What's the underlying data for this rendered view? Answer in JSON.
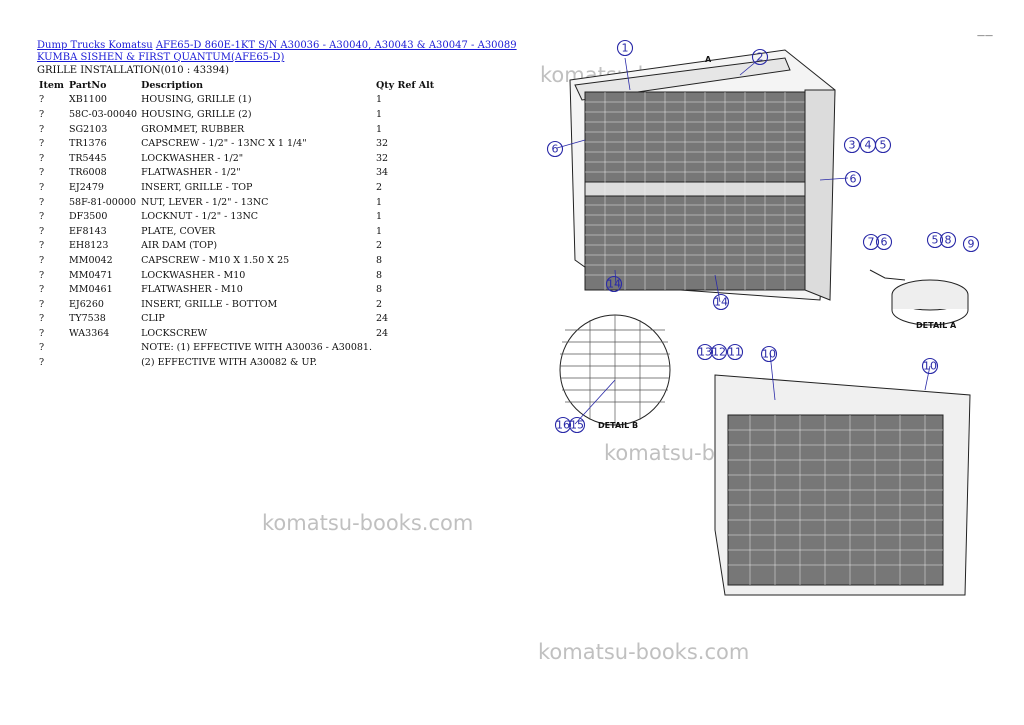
{
  "breadcrumb": {
    "link1": "Dump Trucks Komatsu",
    "link2": "AFE65-D 860E-1KT S/N A30036 - A30040, A30043 & A30047 - A30089",
    "link3": "KUMBA SISHEN & FIRST QUANTUM(AFE65-D)"
  },
  "section_title": "GRILLE INSTALLATION(010 : 43394)",
  "table": {
    "headers": [
      "Item",
      "PartNo",
      "Description",
      "Qty Ref Alt"
    ],
    "rows": [
      {
        "item": "?",
        "part": "XB1100",
        "desc": "HOUSING, GRILLE (1)",
        "qty": "1"
      },
      {
        "item": "?",
        "part": "58C-03-00040",
        "desc": "HOUSING, GRILLE (2)",
        "qty": "1"
      },
      {
        "item": "?",
        "part": "SG2103",
        "desc": "GROMMET, RUBBER",
        "qty": "1"
      },
      {
        "item": "?",
        "part": "TR1376",
        "desc": "CAPSCREW - 1/2\" - 13NC X 1 1/4\"",
        "qty": "32"
      },
      {
        "item": "?",
        "part": "TR5445",
        "desc": "LOCKWASHER - 1/2\"",
        "qty": "32"
      },
      {
        "item": "?",
        "part": "TR6008",
        "desc": "FLATWASHER - 1/2\"",
        "qty": "34"
      },
      {
        "item": "?",
        "part": "EJ2479",
        "desc": "INSERT, GRILLE - TOP",
        "qty": "2"
      },
      {
        "item": "?",
        "part": "58F-81-00000",
        "desc": "NUT, LEVER - 1/2\" - 13NC",
        "qty": "1"
      },
      {
        "item": "?",
        "part": "DF3500",
        "desc": "LOCKNUT - 1/2\" - 13NC",
        "qty": "1"
      },
      {
        "item": "?",
        "part": "EF8143",
        "desc": "PLATE, COVER",
        "qty": "1"
      },
      {
        "item": "?",
        "part": "EH8123",
        "desc": "AIR DAM (TOP)",
        "qty": "2"
      },
      {
        "item": "?",
        "part": "MM0042",
        "desc": "CAPSCREW - M10 X 1.50 X 25",
        "qty": "8"
      },
      {
        "item": "?",
        "part": "MM0471",
        "desc": "LOCKWASHER - M10",
        "qty": "8"
      },
      {
        "item": "?",
        "part": "MM0461",
        "desc": "FLATWASHER - M10",
        "qty": "8"
      },
      {
        "item": "?",
        "part": "EJ6260",
        "desc": "INSERT, GRILLE - BOTTOM",
        "qty": "2"
      },
      {
        "item": "?",
        "part": "TY7538",
        "desc": "CLIP",
        "qty": "24"
      },
      {
        "item": "?",
        "part": "WA3364",
        "desc": "LOCKSCREW",
        "qty": "24"
      },
      {
        "item": "?",
        "part": "",
        "desc": "NOTE: (1) EFFECTIVE WITH A30036 - A30081.",
        "qty": ""
      },
      {
        "item": "?",
        "part": "",
        "desc": "(2) EFFECTIVE WITH A30082 & UP.",
        "qty": ""
      }
    ]
  },
  "watermark": "komatsu-books.com",
  "corner_mark": "——",
  "diagram": {
    "detail_a": "DETAIL A",
    "detail_b": "DETAIL B",
    "arrow_a": "A",
    "callouts": [
      "1",
      "2",
      "3",
      "4",
      "5",
      "6",
      "6",
      "14",
      "14",
      "7",
      "6",
      "5",
      "8",
      "9",
      "13",
      "12",
      "11",
      "10",
      "10",
      "16",
      "15"
    ]
  }
}
